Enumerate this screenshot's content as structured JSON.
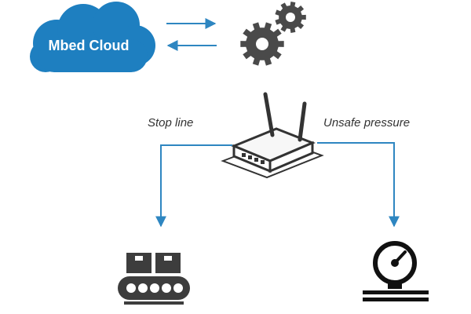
{
  "cloud": {
    "label": "Mbed Cloud",
    "color": "#1e7fc0"
  },
  "labels": {
    "left_branch": "Stop line",
    "right_branch": "Unsafe pressure"
  },
  "icons": {
    "cloud": "cloud-icon",
    "gears": "gears-icon",
    "router": "router-icon",
    "conveyor": "conveyor-icon",
    "pressure": "pressure-gauge-icon"
  },
  "colors": {
    "connector": "#2e86c1",
    "icon": "#3d3d3d",
    "brand": "#1e7fc0"
  }
}
